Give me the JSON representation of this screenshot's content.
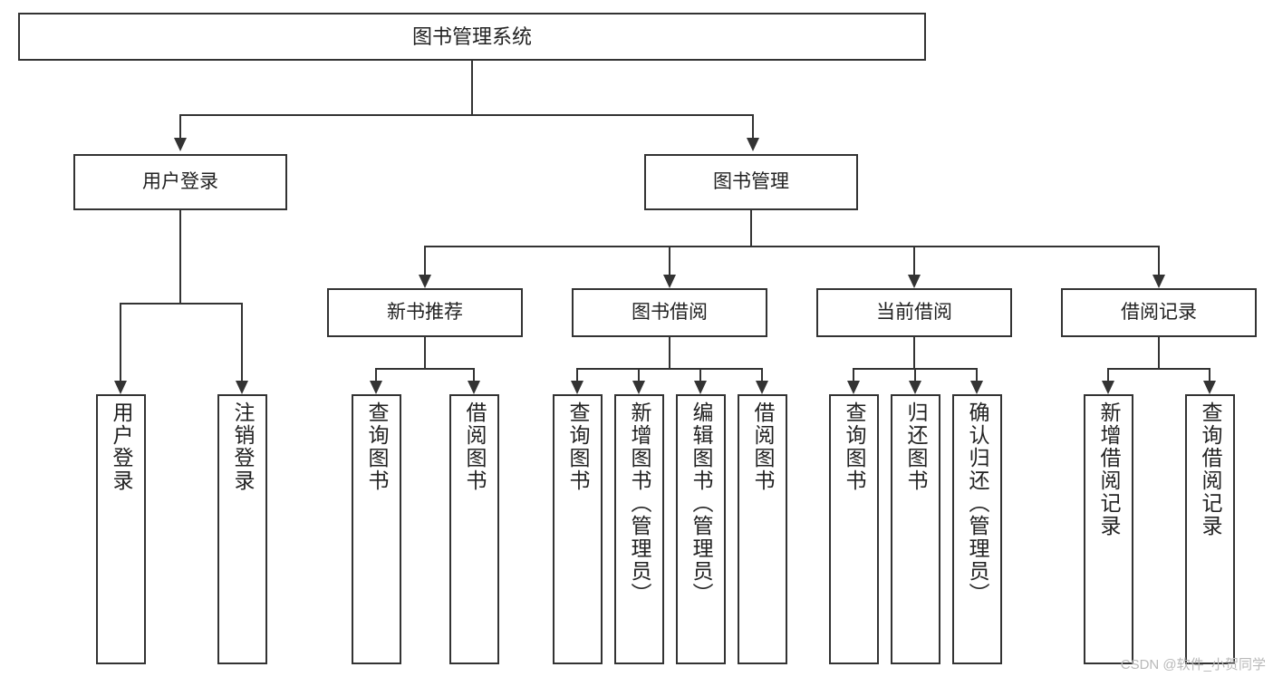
{
  "diagram": {
    "title": "图书管理系统",
    "type": "tree-hierarchy",
    "background_color": "#ffffff",
    "node_border_color": "#333333",
    "connector_color": "#333333"
  },
  "nodes": {
    "root": {
      "label": "图书管理系统"
    },
    "tier2": [
      {
        "label": "用户登录"
      },
      {
        "label": "图书管理"
      }
    ],
    "tier3": [
      {
        "label": "新书推荐"
      },
      {
        "label": "图书借阅"
      },
      {
        "label": "当前借阅"
      },
      {
        "label": "借阅记录"
      }
    ],
    "leaves_user_login": [
      {
        "label": "用户登录"
      },
      {
        "label": "注销登录"
      }
    ],
    "leaves_new_book": [
      {
        "label": "查询图书"
      },
      {
        "label": "借阅图书"
      }
    ],
    "leaves_borrow": [
      {
        "label": "查询图书"
      },
      {
        "label": "新增图书（管理员）"
      },
      {
        "label": "编辑图书（管理员）"
      },
      {
        "label": "借阅图书"
      }
    ],
    "leaves_current": [
      {
        "label": "查询图书"
      },
      {
        "label": "归还图书"
      },
      {
        "label": "确认归还（管理员）"
      }
    ],
    "leaves_records": [
      {
        "label": "新增借阅记录"
      },
      {
        "label": "查询借阅记录"
      }
    ]
  },
  "watermark": {
    "text": "CSDN @软件_小贺同学"
  }
}
